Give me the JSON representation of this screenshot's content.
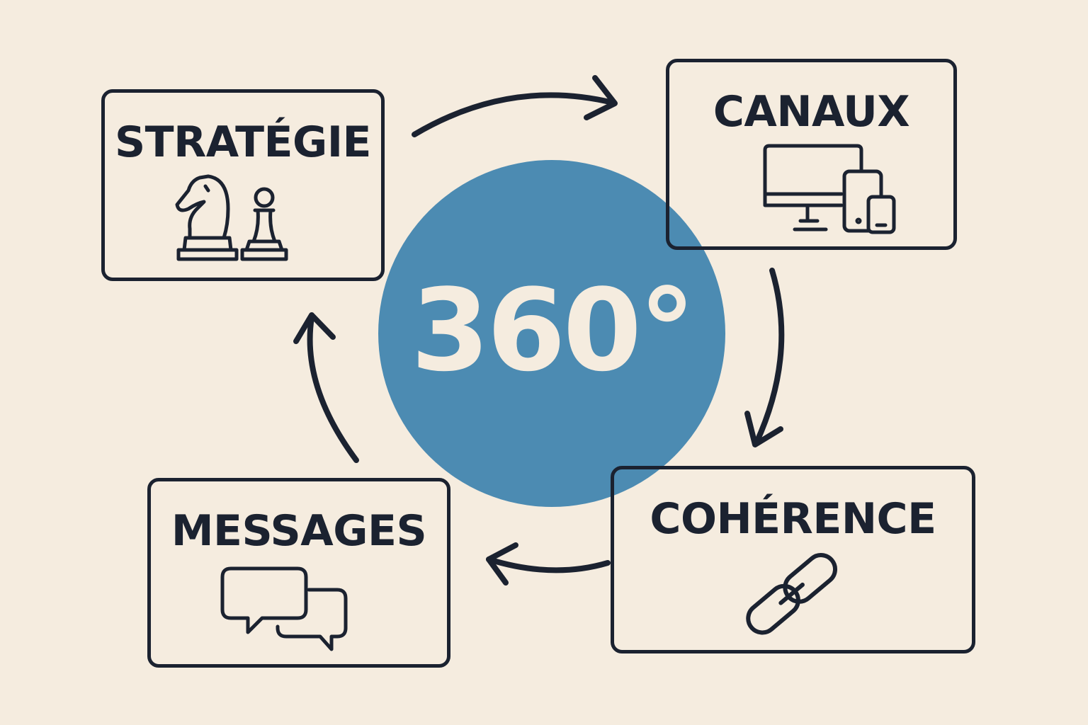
{
  "center": {
    "label": "360°",
    "color": "#4c8bb2"
  },
  "nodes": [
    {
      "title": "STRATÉGIE",
      "icon": "chess-pieces-icon"
    },
    {
      "title": "CANAUX",
      "icon": "devices-icon"
    },
    {
      "title": "COHÉRENCE",
      "icon": "chain-link-icon"
    },
    {
      "title": "MESSAGES",
      "icon": "chat-bubbles-icon"
    }
  ],
  "colors": {
    "background": "#f5ecdf",
    "ink": "#1b2230",
    "accent": "#4c8bb2"
  }
}
